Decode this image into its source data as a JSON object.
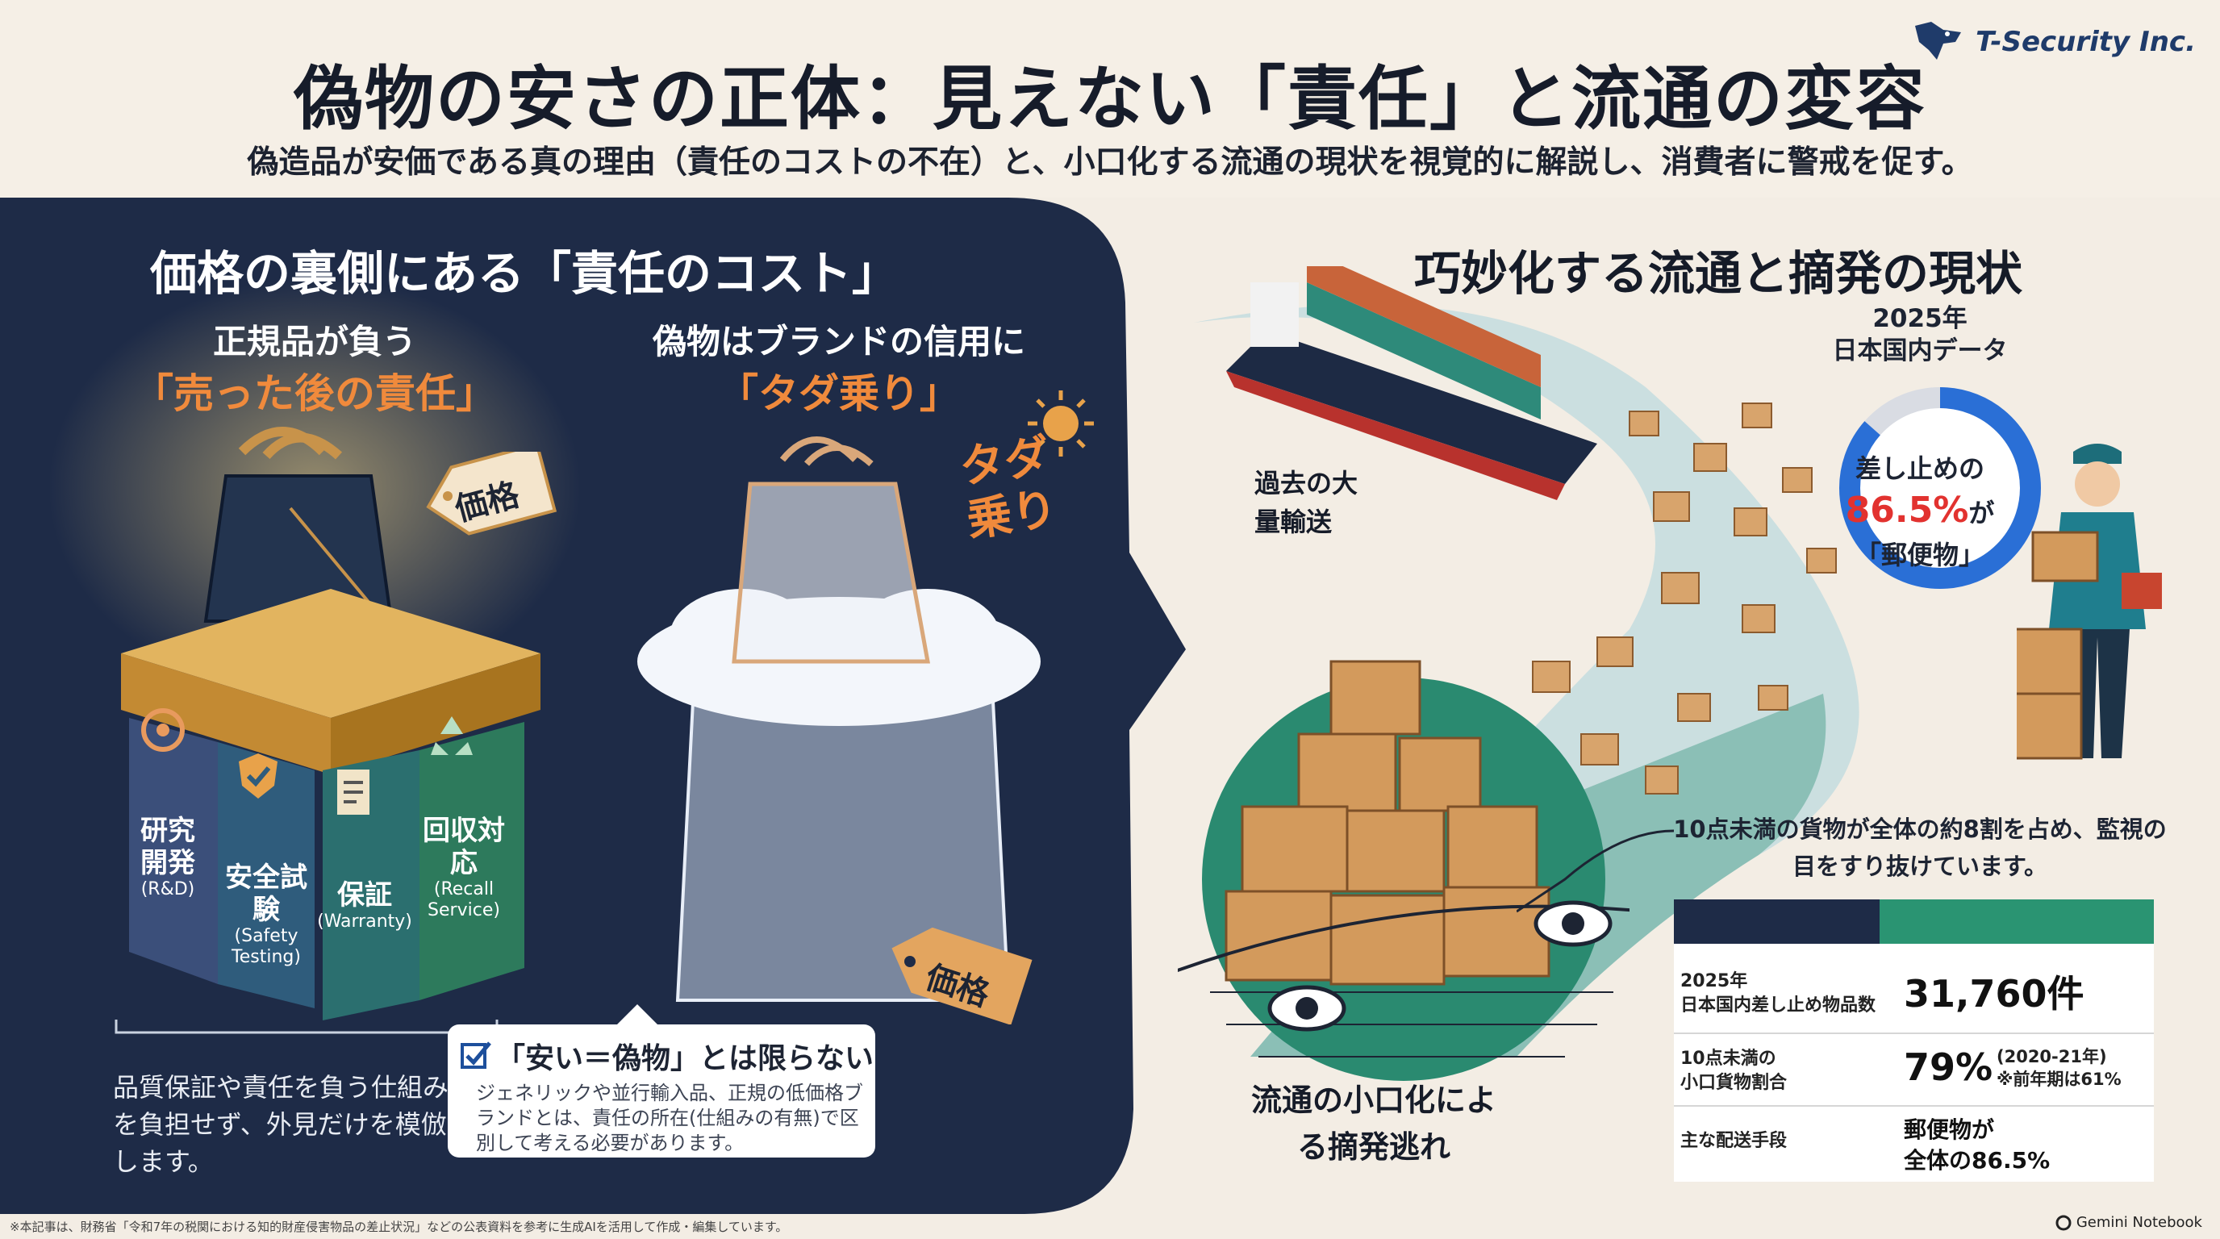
{
  "header": {
    "title": "偽物の安さの正体：見えない「責任」と流通の変容",
    "subtitle": "偽造品が安価である真の理由（責任のコストの不在）と、小口化する流通の現状を視覚的に解説し、消費者に警戒を促す。",
    "logo_text": "T-Security Inc."
  },
  "left": {
    "heading": "価格の裏側にある「責任のコスト」",
    "genuine": {
      "label": "正規品が負う",
      "highlight": "「売った後の責任」",
      "price_tag": "価格"
    },
    "fake": {
      "label": "偽物はブランドの信用に",
      "highlight": "「タダ乗り」",
      "stamp": "タダ乗り",
      "price_tag": "価格"
    },
    "pillars": [
      {
        "label": "研究開発",
        "sub": "(R&D)",
        "icon": "brain-gear-icon"
      },
      {
        "label": "安全試験",
        "sub": "(Safety Testing)",
        "icon": "shield-check-icon"
      },
      {
        "label": "保証",
        "sub": "(Warranty)",
        "icon": "certificate-icon"
      },
      {
        "label": "回収対応",
        "sub": "(Recall Service)",
        "icon": "recycle-icon"
      }
    ],
    "note": "品質保証や責任を負う仕組みを負担せず、外見だけを模倣します。",
    "callout": {
      "title": "「安い＝偽物」とは限らない",
      "body": "ジェネリックや並行輸入品、正規の低価格ブランドとは、責任の所在(仕組みの有無)で区別して考える必要があります。"
    }
  },
  "right": {
    "heading": "巧妙化する流通と摘発の現状",
    "past_label": "過去の大量輸送",
    "small_lot_label": "流通の小口化による摘発逃れ",
    "donut": {
      "year": "2025年",
      "region": "日本国内データ",
      "line1": "差し止めの",
      "pct": "86.5%",
      "pct_suffix": "が",
      "line3": "「郵便物」",
      "fraction": 0.865
    },
    "table_caption": "10点未満の貨物が全体の約8割を占め、監視の目をすり抜けています。",
    "table": [
      {
        "label": "2025年\n日本国内差し止め物品数",
        "value": "31,760件",
        "note": ""
      },
      {
        "label": "10点未満の\n小口貨物割合",
        "value": "79%",
        "note": "(2020-21年)\n※前年期は61%"
      },
      {
        "label": "主な配送手段",
        "value": "郵便物が\n全体の86.5%",
        "note": ""
      }
    ]
  },
  "footnote": "※本記事は、財務省「令和7年の税関における知的財産侵害物品の差止状況」などの公表資料を参考に生成AIを活用して作成・編集しています。",
  "brand": "Gemini Notebook",
  "colors": {
    "navy": "#1e2b47",
    "orange": "#f08a3c",
    "teal": "#1f7e6b",
    "red": "#e2322f",
    "blue": "#2a6fd6"
  }
}
